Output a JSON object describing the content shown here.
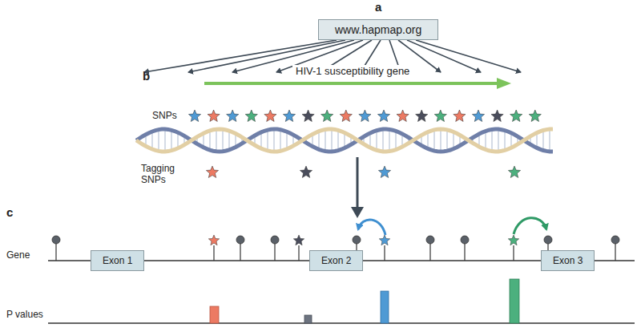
{
  "diagram": {
    "nodes": [
      {
        "text": [
          "www.hapmap.org"
        ]
      },
      {
        "text": [
          "Exon 1"
        ]
      },
      {
        "text": [
          "Exon 2"
        ]
      },
      {
        "text": [
          "Exon 3"
        ]
      }
    ],
    "labels": [
      "a",
      "b",
      "HIV-1 susceptibility gene",
      "SNPs",
      "Tagging SNPs",
      "c",
      "Gene",
      "P values"
    ]
  }
}
